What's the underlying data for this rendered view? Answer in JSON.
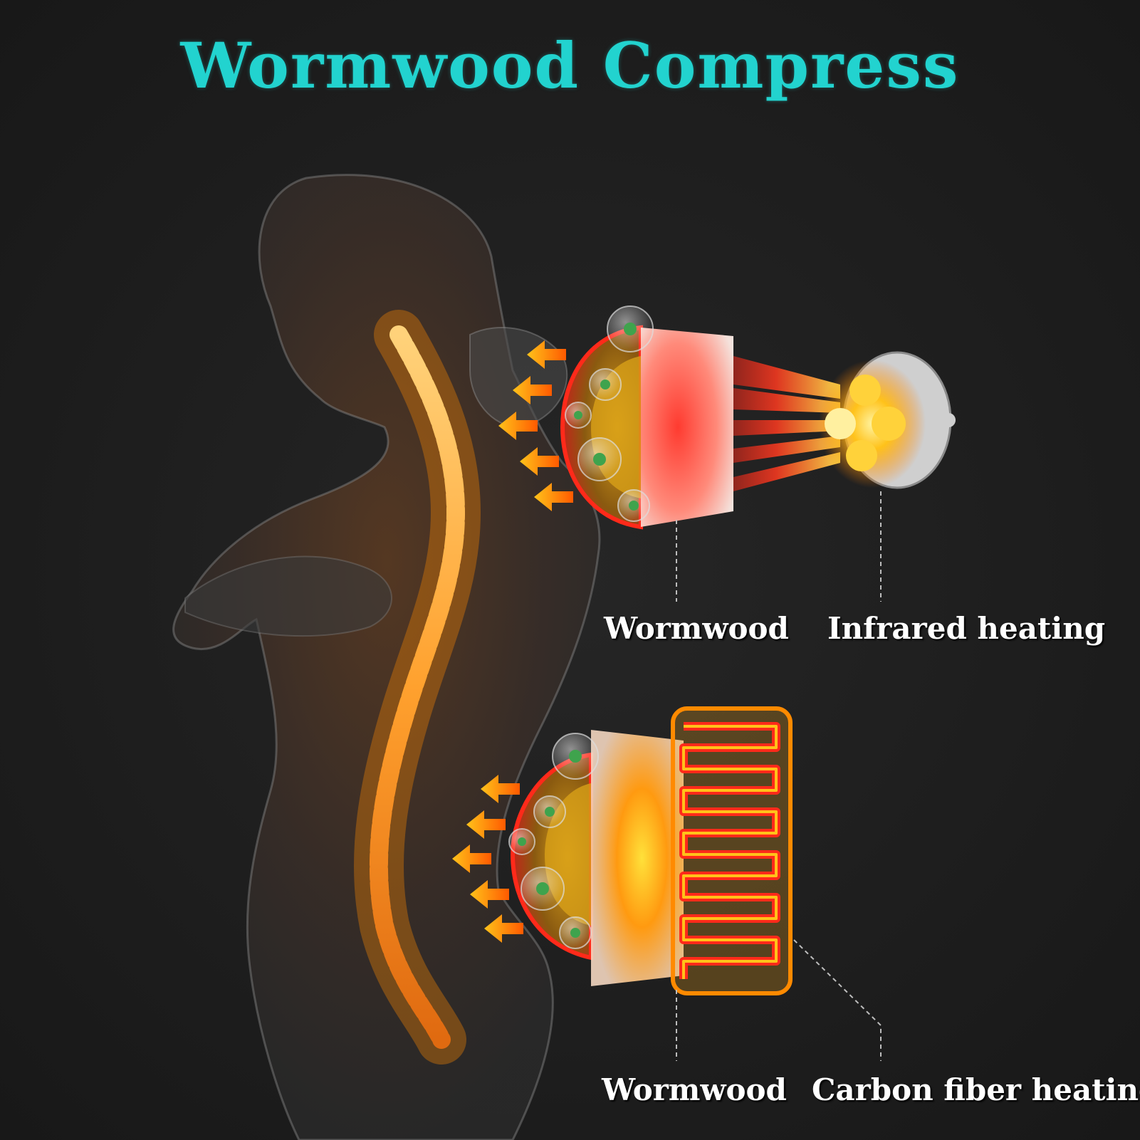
{
  "title": "Wormwood  Compress",
  "labels": {
    "upper_wormwood": "Wormwood",
    "upper_heating": "Infrared heating",
    "lower_wormwood": "Wormwood",
    "lower_heating": "Carbon fiber heating"
  },
  "colors": {
    "title": "#22d3cf",
    "label": "#ffffff",
    "background": "#1f1f1f",
    "heat_orange": "#ff8a00",
    "heat_red": "#ff2a1a",
    "spine": "#ffae3a"
  },
  "icons": [
    "body-silhouette",
    "spine-glow",
    "heat-arrow-icon",
    "wormwood-bubble-icon",
    "infrared-lamp-icon",
    "carbon-fiber-coil-icon"
  ]
}
